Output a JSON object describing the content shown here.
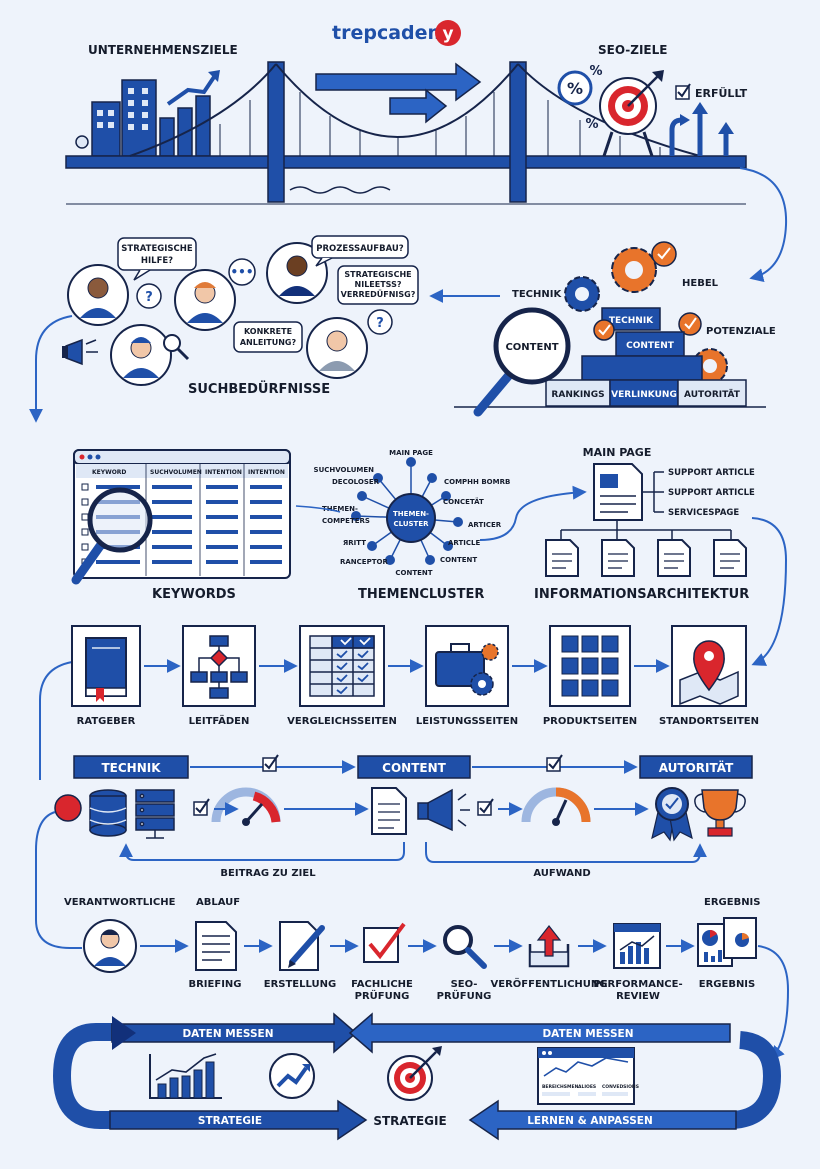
{
  "brand": {
    "name": "trepcadem",
    "badge": "y"
  },
  "top": {
    "left_label": "UNTERNEHMENSZIELE",
    "right_label": "SEO-ZIELE",
    "fulfilled": "ERFÜLLT"
  },
  "needs": {
    "bubbles": [
      "STRATEGISCHE",
      "HILFE?",
      "PROZESSAUFBAU?",
      "STRATEGISCHE",
      "NILEETSS?",
      "VERREDÜFNISG?",
      "KONKRETE",
      "ANLEITUNG?"
    ],
    "title": "SUCHBEDÜRFNISSE"
  },
  "levers": {
    "technik": "TECHNIK",
    "hebel": "HEBEL",
    "potenziale": "POTENZIALE",
    "content_lens": "CONTENT",
    "block_technik": "TECHNIK",
    "block_content": "CONTENT",
    "rankings": "RANKINGS",
    "verlinkung": "VERLINKUNG",
    "autoritaet": "AUTORITÄT"
  },
  "keywords": {
    "columns": [
      "KEYWORD",
      "SUCHVOLUMEN",
      "INTENTION",
      "INTENTION"
    ],
    "title": "KEYWORDS"
  },
  "cluster": {
    "center": [
      "THEMEN-",
      "CLUSTER"
    ],
    "nodes": [
      "MAIN PAGE",
      "SUCHVOLUMEN",
      "DECOLOSER",
      "THEMEN-",
      "COMPETERS",
      "ЯRITT",
      "RANCEPTOR",
      "CONTENT",
      "COMPHH BOMRB",
      "CONCETÄT",
      "ARTICER",
      "ARTICLE",
      "CONTENT"
    ],
    "title": "THEMENCLUSTER"
  },
  "ia": {
    "main": "MAIN PAGE",
    "links": [
      "SUPPORT ARTICLE",
      "SUPPORT ARTICLE",
      "SERVICESPAGE"
    ],
    "title": "INFORMATIONSARCHITEKTUR"
  },
  "pages": [
    "RATGEBER",
    "LEITFÄDEN",
    "VERGLEICHSSEITEN",
    "LEISTUNGSSEITEN",
    "PRODUKTSEITEN",
    "STANDORTSEITEN"
  ],
  "pillars": {
    "labels": [
      "TECHNIK",
      "CONTENT",
      "AUTORITÄT"
    ],
    "beitrag": "BEITRAG ZU ZIEL",
    "aufwand": "AUFWAND"
  },
  "process": {
    "owner": "VERANTWORTLICHE",
    "ablauf": "ABLAUF",
    "steps": [
      {
        "l1": "BRIEFING",
        "l2": ""
      },
      {
        "l1": "ERSTELLUNG",
        "l2": ""
      },
      {
        "l1": "FACHLICHE",
        "l2": "PRÜFUNG"
      },
      {
        "l1": "SEO-",
        "l2": "PRÜFUNG"
      },
      {
        "l1": "VERÖFFENTLICHUNG",
        "l2": ""
      },
      {
        "l1": "PERFORMANCE-",
        "l2": "REVIEW"
      },
      {
        "l1": "ERGEBNIS",
        "l2": ""
      }
    ],
    "ergebnis_top": "ERGEBNIS"
  },
  "loop": {
    "daten_left": "DATEN MESSEN",
    "daten_right": "DATEN MESSEN",
    "strategie_left": "STRATEGIE",
    "strategie_center": "STRATEGIE",
    "lernen": "LERNEN & ANPASSEN",
    "dash_cols": [
      "BEREICHSMEN",
      "ALIOES",
      "CONVEDSIONS"
    ]
  },
  "colors": {
    "primary": "#1f4fa8",
    "dark": "#16244a",
    "navy": "#12307a",
    "red": "#d9262d",
    "orange": "#e8742b",
    "light": "#dfe8f6"
  }
}
